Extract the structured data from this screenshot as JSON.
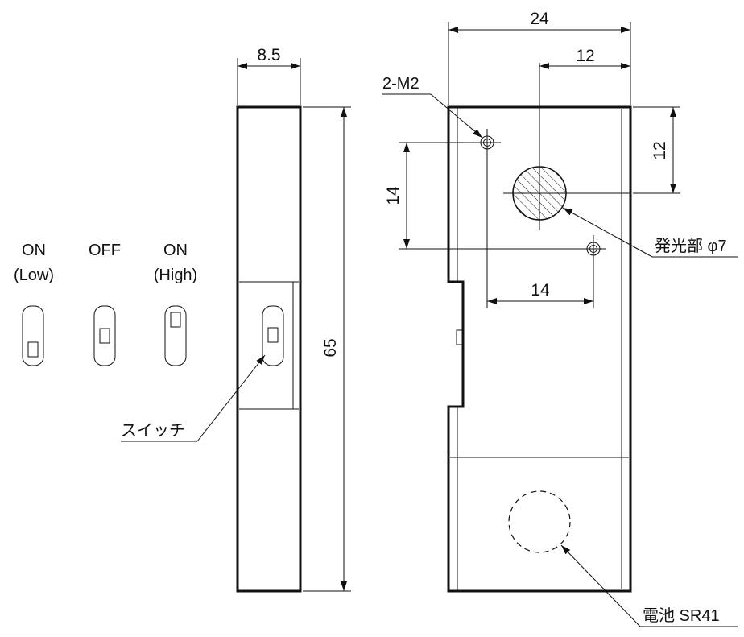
{
  "dimensions": {
    "side_width": "8.5",
    "height": "65",
    "front_width": "24",
    "hole_offset_x": "12",
    "hole_offset_y": "12",
    "mount_vertical": "14",
    "mount_horizontal": "14"
  },
  "callouts": {
    "mount_holes": "2-M2",
    "emitter": "発光部 φ7",
    "battery": "電池 SR41",
    "switch": "スイッチ"
  },
  "switch_positions": [
    {
      "line1": "ON",
      "line2": "(Low)"
    },
    {
      "line1": "OFF",
      "line2": ""
    },
    {
      "line1": "ON",
      "line2": "(High)"
    }
  ]
}
